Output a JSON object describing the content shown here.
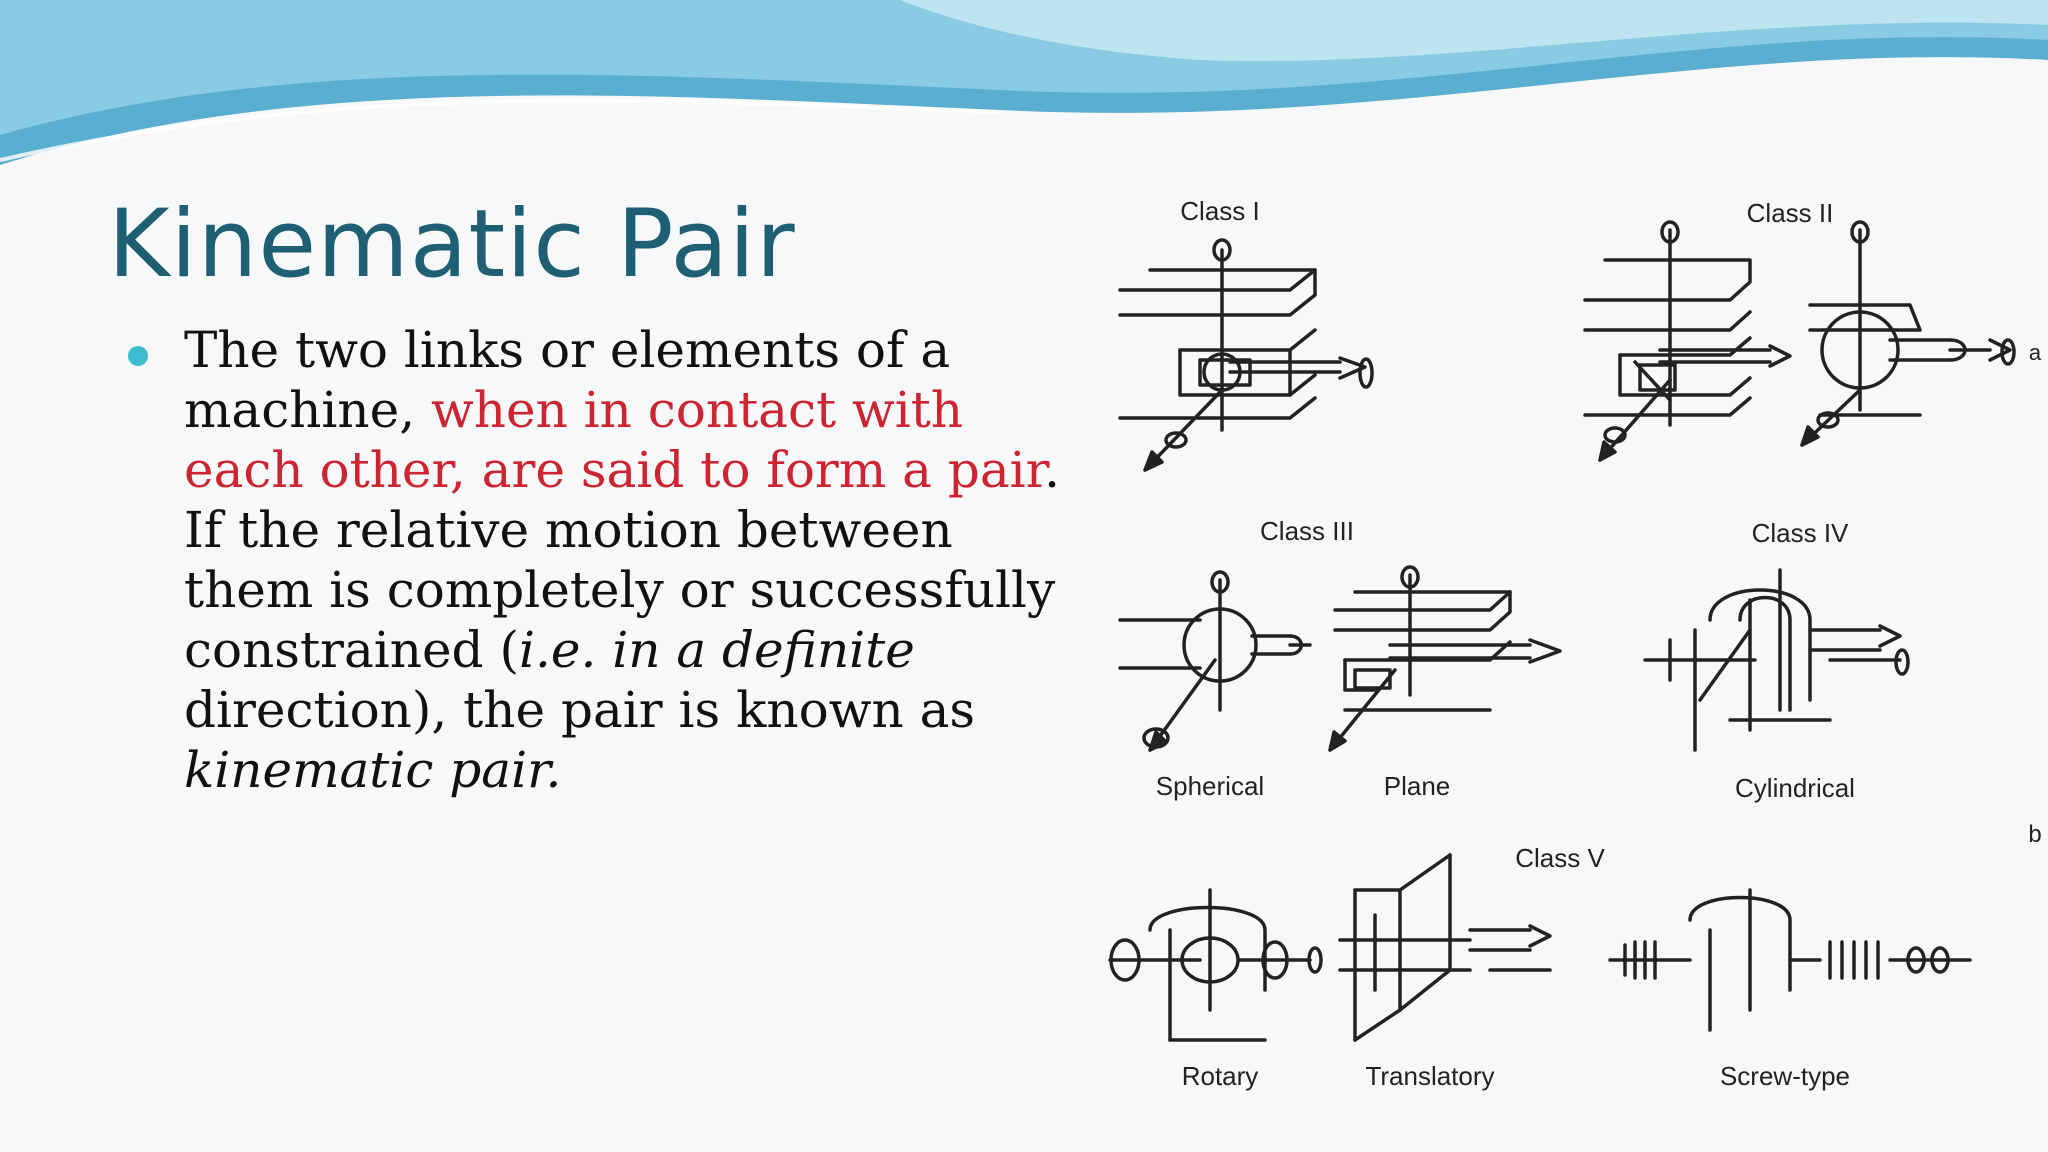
{
  "slide": {
    "title": "Kinematic Pair",
    "bullet": {
      "part1": "The two links or elements of a machine, ",
      "part2_red": "when in contact with each other, are said to form a pair",
      "part3": ". If the relative motion between them is completely or successfully constrained (",
      "part4_italic": "i.e. in a definite",
      "part5": " direction), the pair is known as ",
      "part6_italic": "kinematic pair."
    },
    "colors": {
      "title": "#1f5f73",
      "highlight": "#cc2430",
      "bullet": "#3fbcd0",
      "wave": "#5aaed0"
    }
  },
  "figure": {
    "class_labels": [
      "Class I",
      "Class II",
      "Class III",
      "Class IV",
      "Class V"
    ],
    "pair_labels": [
      "Spherical",
      "Plane",
      "Cylindrical",
      "Rotary",
      "Translatory",
      "Screw-type"
    ],
    "side_marks": [
      "a",
      "b"
    ]
  }
}
